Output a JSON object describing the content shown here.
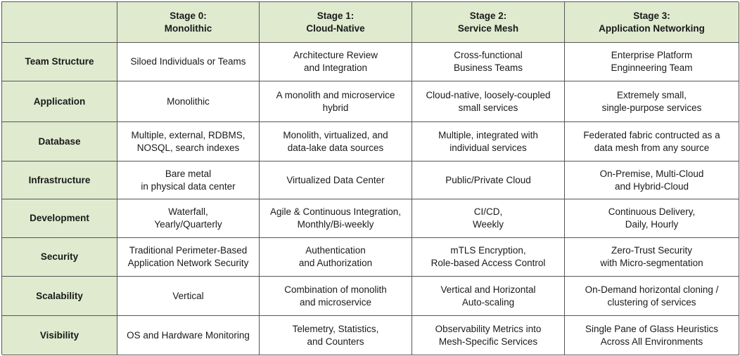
{
  "colors": {
    "header_bg": "#dfeacf",
    "border": "#555555",
    "body_bg": "#ffffff"
  },
  "columns": [
    "Stage 0:\nMonolithic",
    "Stage 1:\nCloud-Native",
    "Stage 2:\nService Mesh",
    "Stage 3:\nApplication Networking"
  ],
  "rows": [
    {
      "label": "Team Structure",
      "cells": [
        "Siloed Individuals or Teams",
        "Architecture Review\nand Integration",
        "Cross-functional\nBusiness Teams",
        "Enterprise Platform\nEnginneering Team"
      ]
    },
    {
      "label": "Application",
      "cells": [
        "Monolithic",
        "A monolith and microservice\nhybrid",
        "Cloud-native, loosely-coupled\nsmall services",
        "Extremely small,\nsingle-purpose services"
      ]
    },
    {
      "label": "Database",
      "cells": [
        "Multiple, external, RDBMS,\nNOSQL, search indexes",
        "Monolith, virtualized, and\ndata-lake data sources",
        "Multiple, integrated with\nindividual services",
        "Federated fabric contructed as a\ndata mesh from any source"
      ]
    },
    {
      "label": "Infrastructure",
      "cells": [
        "Bare metal\nin physical data center",
        "Virtualized Data Center",
        "Public/Private Cloud",
        "On-Premise, Multi-Cloud\nand Hybrid-Cloud"
      ]
    },
    {
      "label": "Development",
      "cells": [
        "Waterfall,\nYearly/Quarterly",
        "Agile & Continuous Integration,\nMonthly/Bi-weekly",
        "CI/CD,\nWeekly",
        "Continuous Delivery,\nDaily, Hourly"
      ]
    },
    {
      "label": "Security",
      "cells": [
        "Traditional Perimeter-Based\nApplication Network Security",
        "Authentication\nand Authorization",
        "mTLS Encryption,\nRole-based Access Control",
        "Zero-Trust Security\nwith Micro-segmentation"
      ]
    },
    {
      "label": "Scalability",
      "cells": [
        "Vertical",
        "Combination of monolith\nand microservice",
        "Vertical and Horizontal\nAuto-scaling",
        "On-Demand horizontal cloning /\nclustering of services"
      ]
    },
    {
      "label": "Visibility",
      "cells": [
        "OS and Hardware Monitoring",
        "Telemetry, Statistics,\nand Counters",
        "Observability Metrics into\nMesh-Specific Services",
        "Single Pane of Glass Heuristics\nAcross All Environments"
      ]
    }
  ]
}
